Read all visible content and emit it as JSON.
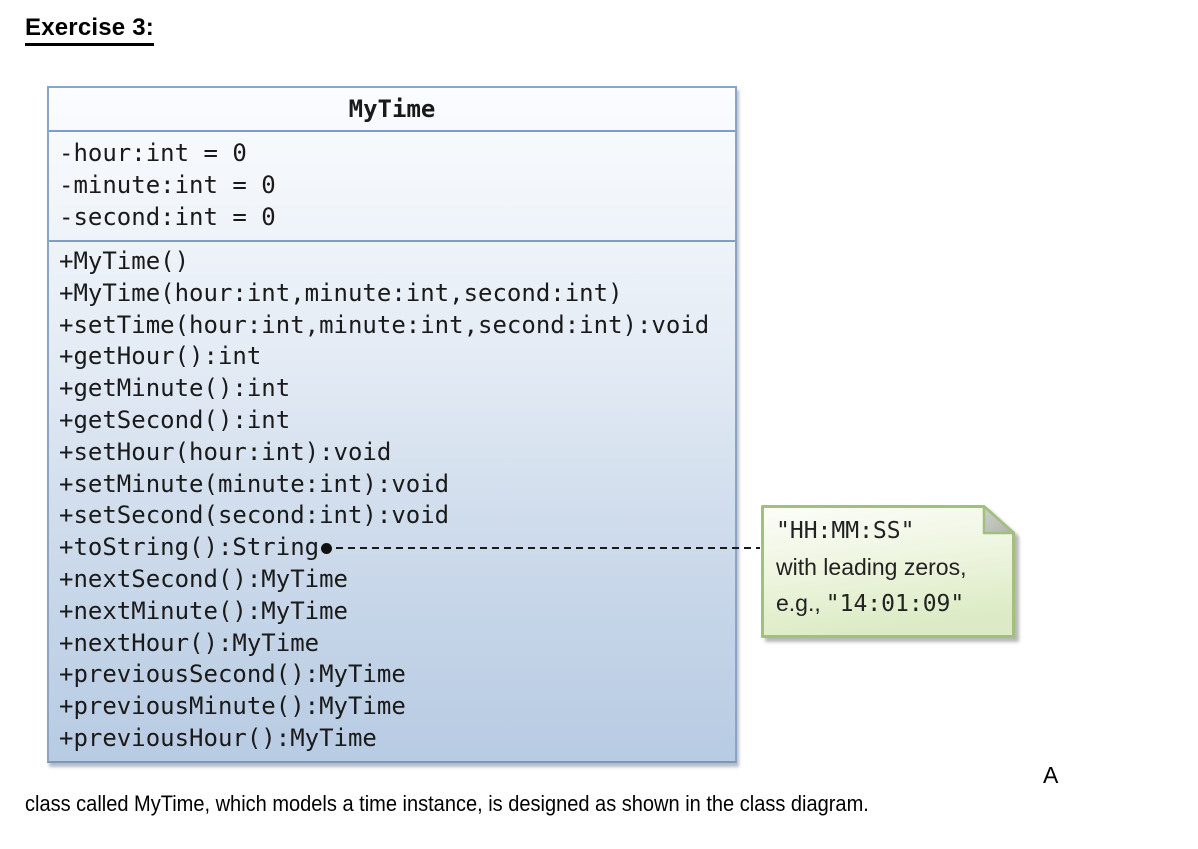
{
  "page": {
    "heading": "Exercise 3:",
    "marker": "A",
    "caption": "class called MyTime, which models a time instance, is designed as shown in the class diagram."
  },
  "class_diagram": {
    "title": "MyTime",
    "fields": [
      "-hour:int = 0",
      "-minute:int = 0",
      "-second:int = 0"
    ],
    "methods": [
      "+MyTime()",
      "+MyTime(hour:int,minute:int,second:int)",
      "+setTime(hour:int,minute:int,second:int):void",
      "+getHour():int",
      "+getMinute():int",
      "+getSecond():int",
      "+setHour(hour:int):void",
      "+setMinute(minute:int):void",
      "+setSecond(second:int):void",
      "+toString():String",
      "+nextSecond():MyTime",
      "+nextMinute():MyTime",
      "+nextHour():MyTime",
      "+previousSecond():MyTime",
      "+previousMinute():MyTime",
      "+previousHour():MyTime"
    ]
  },
  "note": {
    "line1": "\"HH:MM:SS\"",
    "line2": "with leading zeros,",
    "line3_prefix": "e.g.,",
    "line3_code": "\"14:01:09\""
  },
  "colors": {
    "class_border": "#8ba5c7",
    "class_fill_top": "#fbfcfe",
    "class_fill_bottom": "#b7cbe3",
    "separator": "#7e9ec8",
    "note_border": "#a3bf7e",
    "note_fill_top": "#fcfdf9",
    "note_fill_bottom": "#dcebc5",
    "connector": "#1a1a1a"
  }
}
